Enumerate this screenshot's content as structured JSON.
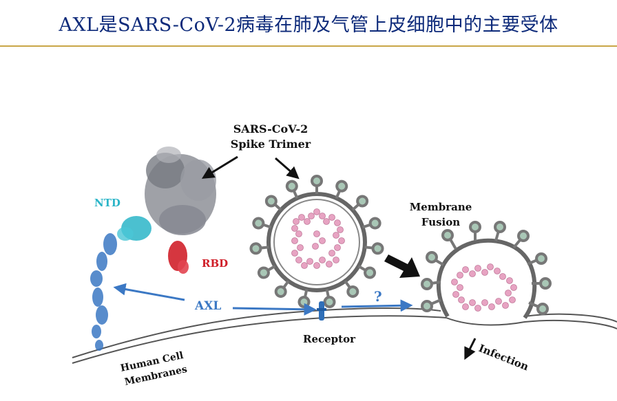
{
  "title": "AXL是SARS-CoV-2病毒在肺及气管上皮细胞中的主要受体",
  "labels": {
    "spike_line1": "SARS-CoV-2",
    "spike_line2": "Spike Trimer",
    "ntd": "NTD",
    "rbd": "RBD",
    "axl": "AXL",
    "question": "?",
    "receptor": "Receptor",
    "fusion_line1": "Membrane",
    "fusion_line2": "Fusion",
    "infection": "Infection",
    "membrane_line1": "Human Cell",
    "membrane_line2": "Membranes"
  },
  "colors": {
    "title": "#0d2a7a",
    "title_rule": "#c9a646",
    "ntd": "#2bb5c8",
    "rbd": "#d0202a",
    "axl_arrow": "#3b78c4",
    "spike": "#a9c7b6",
    "rna": "#e7a3c2",
    "membrane": "#555555"
  }
}
